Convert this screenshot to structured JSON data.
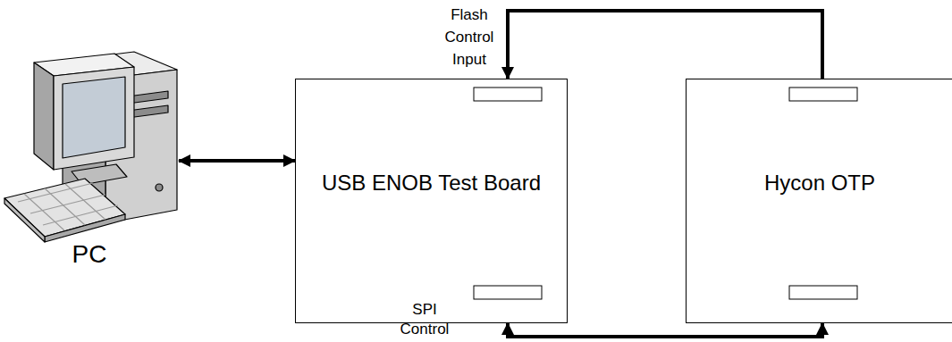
{
  "diagram": {
    "nodes": [
      {
        "text": [
          "PC"
        ]
      },
      {
        "text": [
          "USB ENOB Test Board"
        ]
      },
      {
        "text": [
          "Hycon OTP"
        ]
      }
    ],
    "edges": [
      {
        "from": 0,
        "to": 1,
        "arrow": "both"
      },
      {
        "from": 2,
        "to": 1,
        "label": "Flash Control Input",
        "arrow": "to"
      },
      {
        "from": 1,
        "to": 2,
        "label": "SPI Control",
        "arrow": "both"
      }
    ]
  }
}
